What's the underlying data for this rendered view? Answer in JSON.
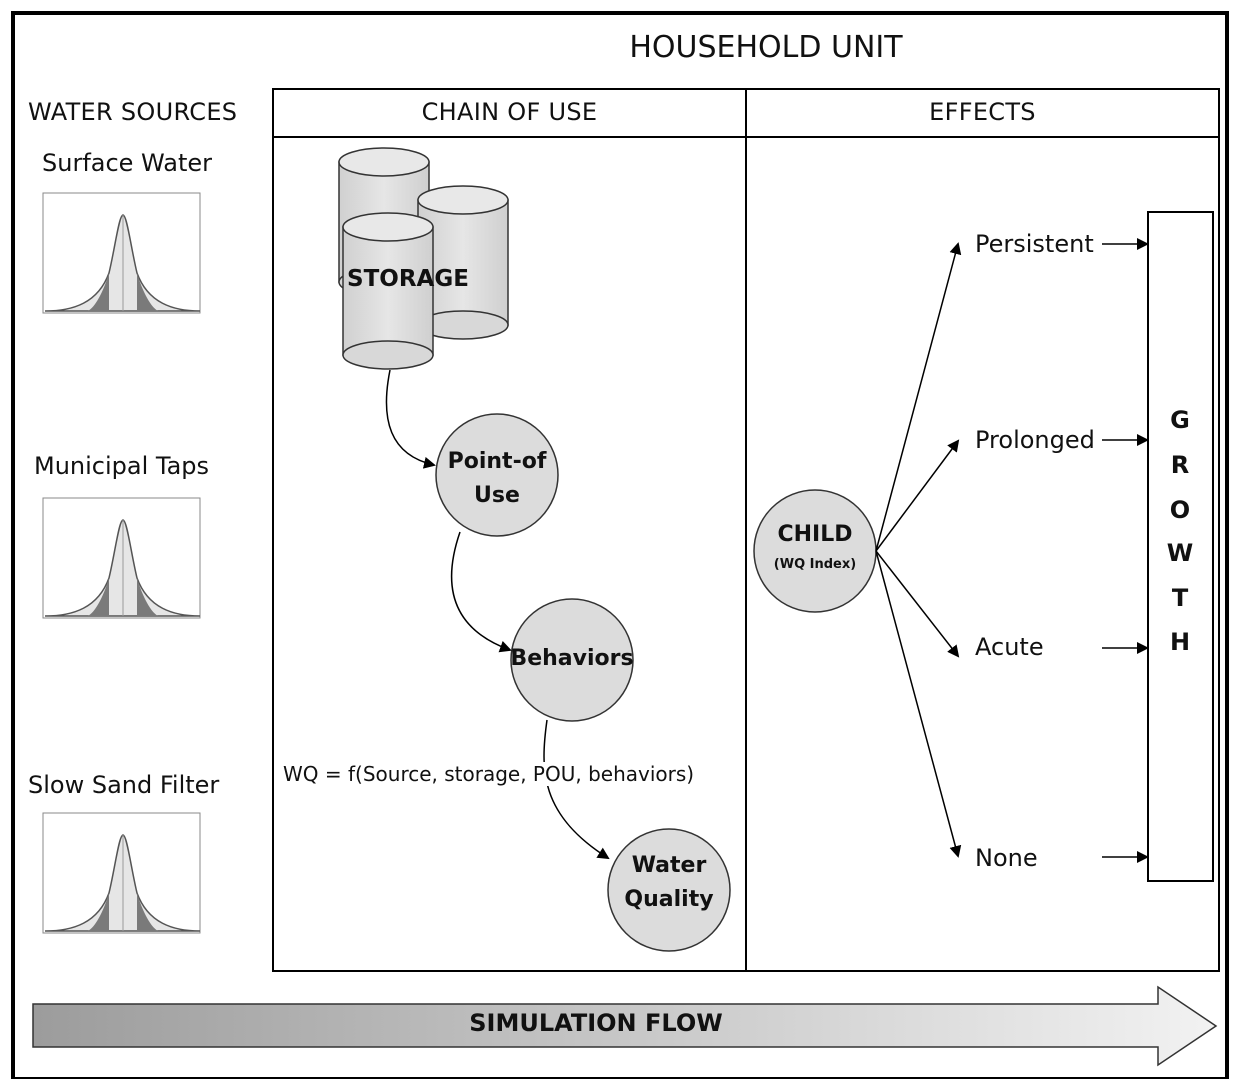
{
  "title": "HOUSEHOLD UNIT",
  "water_sources": {
    "heading": "WATER SOURCES",
    "items": [
      {
        "label": "Surface Water"
      },
      {
        "label": "Municipal Taps"
      },
      {
        "label": "Slow Sand Filter"
      }
    ]
  },
  "chain_of_use": {
    "heading": "CHAIN OF USE",
    "storage": "STORAGE",
    "point_of_use_line1": "Point-of",
    "point_of_use_line2": "Use",
    "behaviors": "Behaviors",
    "water_quality_line1": "Water",
    "water_quality_line2": "Quality",
    "formula": "WQ = f(Source, storage, POU, behaviors)"
  },
  "effects": {
    "heading": "EFFECTS",
    "child": "CHILD",
    "child_sub": "(WQ Index)",
    "outcomes": [
      "Persistent",
      "Prolonged",
      "Acute",
      "None"
    ],
    "growth_letters": [
      "G",
      "R",
      "O",
      "W",
      "T",
      "H"
    ]
  },
  "simulation_flow": "SIMULATION FLOW",
  "colors": {
    "node_fill": "#dcdcdc",
    "curve_light": "#e6e6e6",
    "curve_tail": "#7a7a7a",
    "flow_arrow_light": "#efefef",
    "flow_arrow_dark": "#9c9c9c"
  }
}
